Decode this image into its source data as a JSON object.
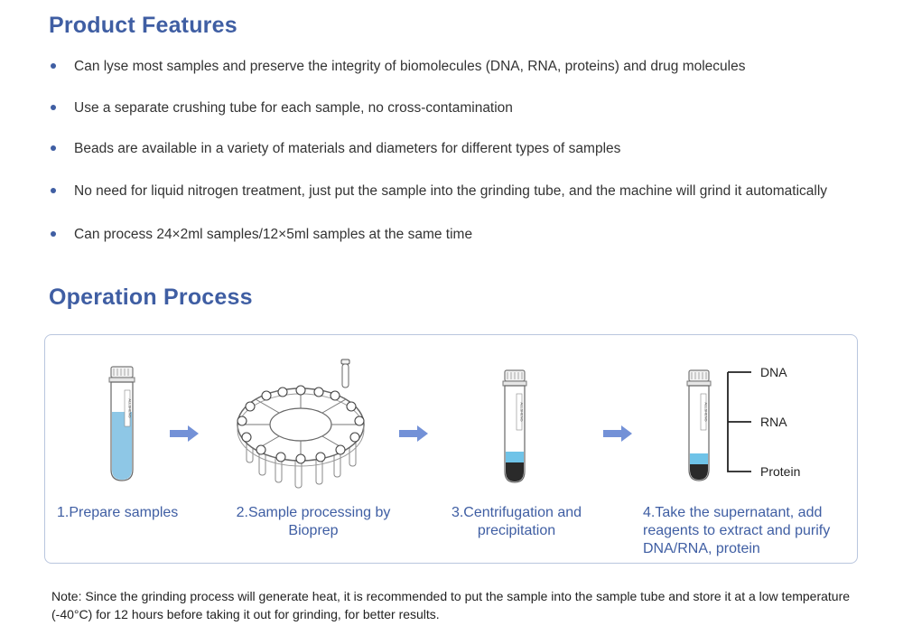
{
  "features": {
    "title": "Product Features",
    "items": [
      "Can lyse most samples and preserve the integrity of biomolecules (DNA, RNA, proteins) and drug molecules",
      "Use a separate crushing tube for each sample, no cross-contamination",
      "Beads are available in a variety of materials and diameters for different types of samples",
      "No need for liquid nitrogen treatment, just put the sample into the grinding tube, and the machine will grind it automatically",
      "Can process 24×2ml samples/12×5ml samples at the same time"
    ]
  },
  "process": {
    "title": "Operation Process",
    "steps": [
      "1.Prepare samples",
      "2.Sample processing by Bioprep",
      "3.Centrifugation and precipitation",
      "4.Take the supernatant, add reagents to extract and purify DNA/RNA, protein"
    ],
    "layers": [
      "DNA",
      "RNA",
      "Protein"
    ],
    "tube_label": "ALLSHENG"
  },
  "note": "Note: Since the grinding process will generate heat, it is recommended to put the sample into the sample tube and store it at a low temperature (-40°C) for 12 hours before taking it out for grinding, for better results.",
  "colors": {
    "accent": "#3f5ea3",
    "liquid": "#8ec7e6",
    "supernatant": "#6fc3e8",
    "pellet": "#2a2a2a",
    "arrow": "#5b7ed0",
    "border": "#b9c6de"
  }
}
